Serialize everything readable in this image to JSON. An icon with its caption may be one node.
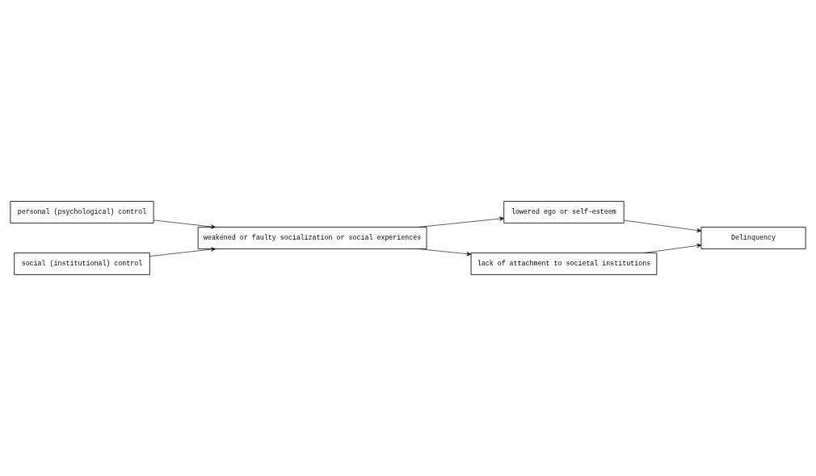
{
  "diagram": {
    "nodes": [
      {
        "text": [
          "personal (psychological) control"
        ]
      },
      {
        "text": [
          "social (institutional) control"
        ]
      },
      {
        "text": [
          "weakened or faulty socialization or social experiences"
        ]
      },
      {
        "text": [
          "lowered ego or self-esteem"
        ]
      },
      {
        "text": [
          "lack of attachment to societal institutions"
        ]
      },
      {
        "text": [
          "Delinquency"
        ]
      }
    ],
    "edges": [
      {
        "from": 0,
        "to": 2,
        "arrow": "to"
      },
      {
        "from": 1,
        "to": 2,
        "arrow": "to"
      },
      {
        "from": 2,
        "to": 3,
        "arrow": "to"
      },
      {
        "from": 2,
        "to": 4,
        "arrow": "to"
      },
      {
        "from": 3,
        "to": 5,
        "arrow": "to"
      },
      {
        "from": 4,
        "to": 5,
        "arrow": "to"
      }
    ]
  }
}
